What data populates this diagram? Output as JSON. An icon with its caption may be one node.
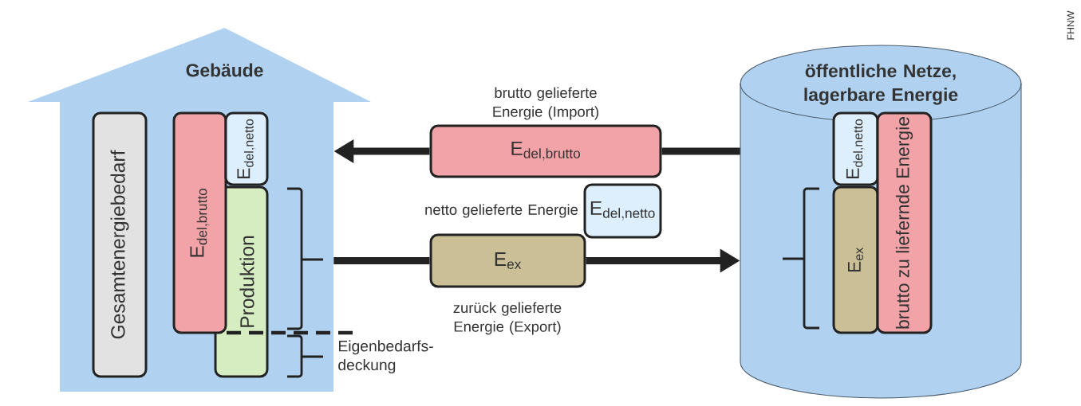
{
  "diagram": {
    "nodes": [
      {
        "text": [
          "Gebäude"
        ]
      },
      {
        "text": [
          "Gesamtenergiebedarf"
        ],
        "in": 0
      },
      {
        "text": [
          "\\mathrm{E}_{\\mathrm{del,brutto}}"
        ],
        "in": 0
      },
      {
        "text": [
          "\\mathrm{E}_{\\mathrm{del,netto}}"
        ],
        "in": 0
      },
      {
        "text": [
          "Produktion"
        ],
        "in": 0
      },
      {
        "text": [
          "öffentliche Netze, lagerbare Energie"
        ]
      },
      {
        "text": [
          "\\mathrm{E}_{\\mathrm{del,netto}}"
        ],
        "in": 5
      },
      {
        "text": [
          "\\mathrm{E}_{\\mathrm{ex}}"
        ],
        "in": 5
      },
      {
        "text": [
          "brutto zu liefernde Energie"
        ],
        "in": 5
      },
      {
        "text": [
          "\\mathrm{E}_{\\mathrm{del,brutto}}"
        ],
        "beside": [
          "brutto gelieferte Energie (Import)"
        ]
      },
      {
        "text": [
          "\\mathrm{E}_{\\mathrm{del,netto}}"
        ],
        "beside": [
          "netto gelieferte Energie"
        ]
      },
      {
        "text": [
          "\\mathrm{E}_{\\mathrm{ex}}"
        ],
        "beside": [
          "zurück gelieferte Energie (Export)"
        ]
      }
    ],
    "edges": [
      {
        "from": 5,
        "to": 9,
        "arrow": "none"
      },
      {
        "from": 9,
        "to": 0,
        "arrow": "to"
      },
      {
        "from": 0,
        "to": 11,
        "arrow": "none"
      },
      {
        "from": 11,
        "to": 5,
        "arrow": "to"
      }
    ],
    "labels": [
      "Eigenbedarfs- deckung",
      "FHNW"
    ]
  }
}
